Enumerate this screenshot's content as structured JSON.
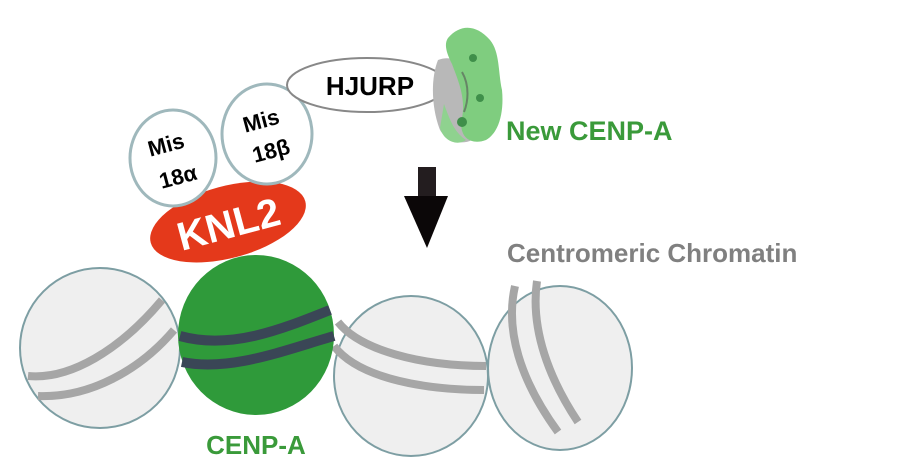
{
  "labels": {
    "hjurp": "HJURP",
    "mis18a_line1": "Mis",
    "mis18a_line2": "18α",
    "mis18b_line1": "Mis",
    "mis18b_line2": "18β",
    "knl2": "KNL2",
    "new_cenpa": "New CENP-A",
    "centromeric_chromatin": "Centromeric Chromatin",
    "cenpa": "CENP-A"
  },
  "colors": {
    "cenpa_green": "#2f9a3a",
    "label_green": "#3a9a3a",
    "knl2_red": "#e4391b",
    "dna_dark": "#3a4656",
    "dna_gray": "#a6a6a6",
    "nucleosome_fill": "#efefef",
    "nucleosome_stroke": "#7d9ea3",
    "chromatin_label": "#808080",
    "arrow": "#111111"
  }
}
